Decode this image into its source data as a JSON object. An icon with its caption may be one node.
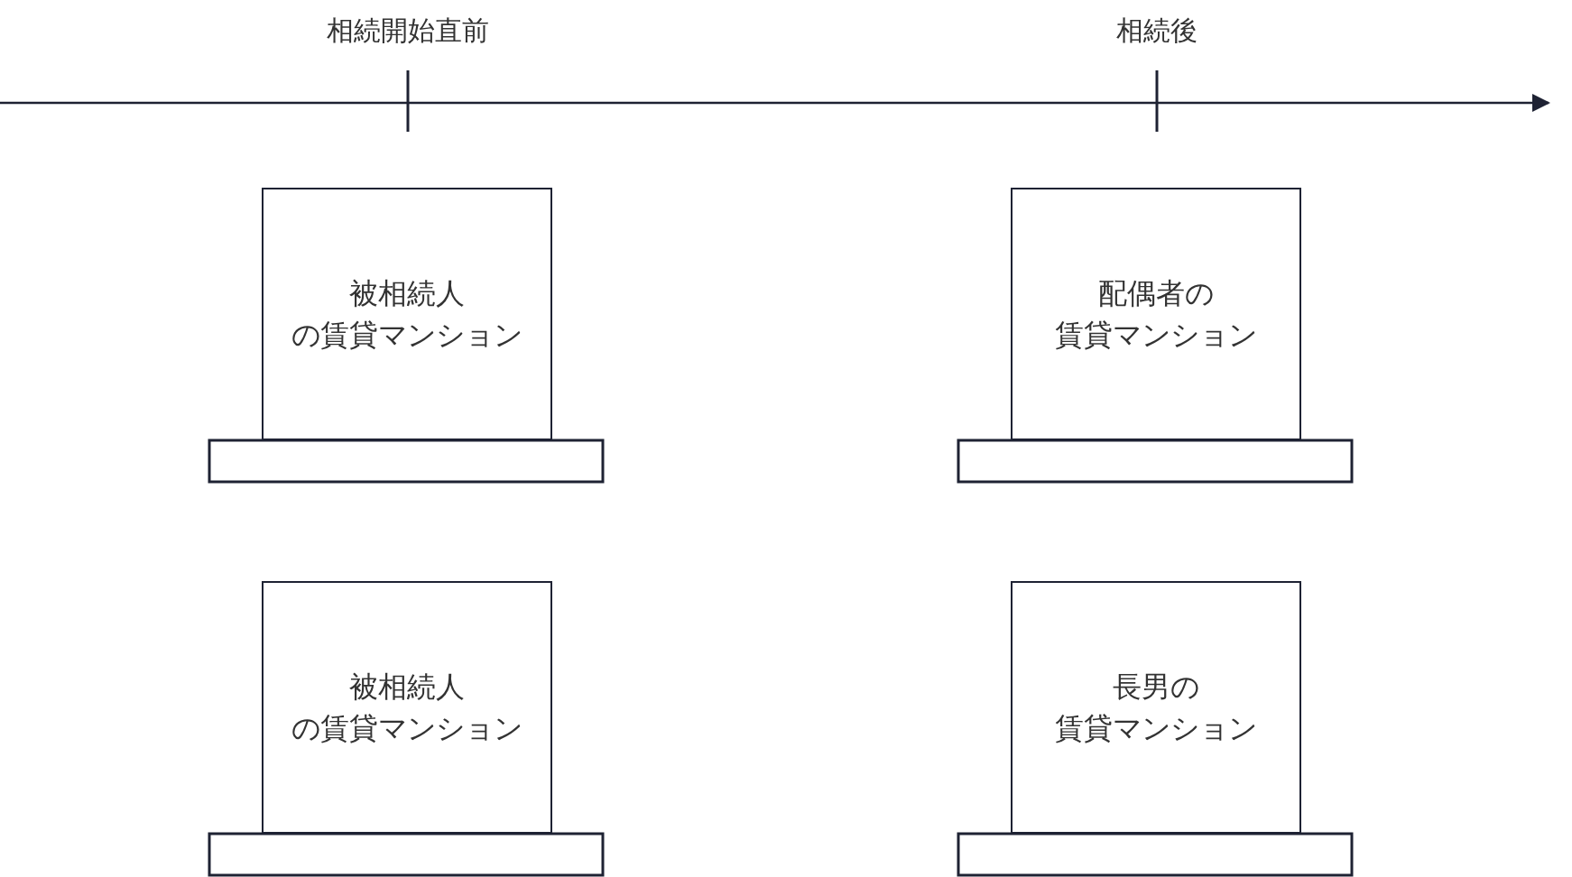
{
  "diagram": {
    "nodes": [
      {
        "text": [
          "被相続人の賃貸マンション"
        ]
      },
      {
        "text": [
          "配偶者の賃貸マンション"
        ]
      },
      {
        "text": [
          "被相続人の賃貸マンション"
        ]
      },
      {
        "text": [
          "長男の賃貸マンション"
        ]
      },
      {
        "text": [],
        "shape": "bar"
      },
      {
        "text": [],
        "shape": "bar"
      },
      {
        "text": [],
        "shape": "bar"
      },
      {
        "text": [],
        "shape": "bar"
      }
    ],
    "labels": [
      "相続開始直前",
      "相続後"
    ]
  }
}
